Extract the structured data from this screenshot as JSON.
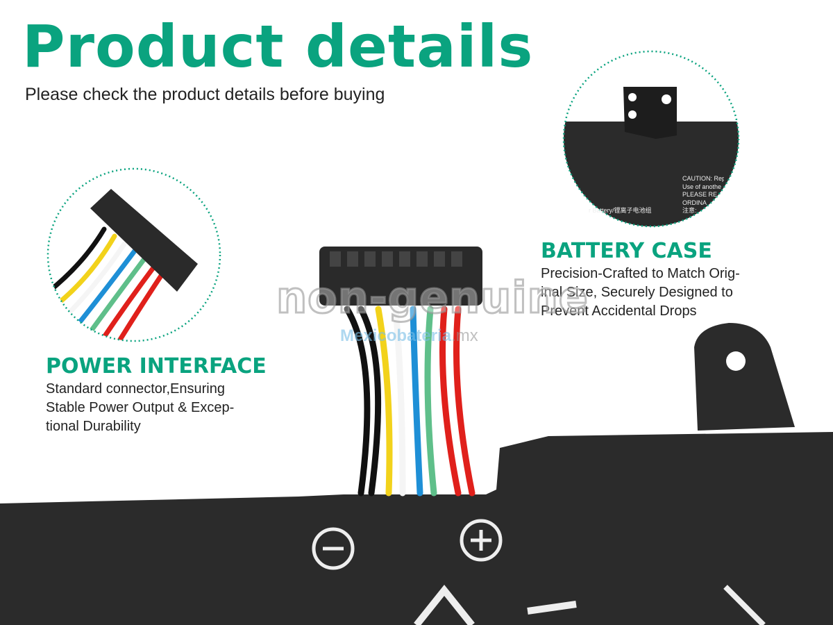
{
  "header": {
    "title": "Product details",
    "subtitle": "Please check the product details before buying"
  },
  "features": [
    {
      "heading": "POWER INTERFACE",
      "lines": [
        "Standard connector,Ensuring",
        "Stable Power Output & Excep-",
        "tional Durability"
      ]
    },
    {
      "heading": "BATTERY CASE",
      "lines": [
        "Precision-Crafted to Match Orig-",
        "inal Size, Securely Designed to",
        "Prevent Accidental Drops"
      ]
    }
  ],
  "label_text": {
    "caution_lines": [
      "CAUTION: Rep",
      "Use of anothe",
      "PLEASE RE",
      "ORDINA",
      "注意:"
    ],
    "battery_line": "r Battery/锂离子电池组"
  },
  "watermark": {
    "main": "non-genuine",
    "site": "Mexicobateria",
    "tld": ".mx"
  },
  "colors": {
    "accent": "#0aa37f",
    "battery": "#2b2b2b",
    "wires": [
      "#111111",
      "#111111",
      "#f2d21b",
      "#f5f5f5",
      "#1e8fd6",
      "#5fbf8a",
      "#e0201b",
      "#e0201b"
    ]
  }
}
